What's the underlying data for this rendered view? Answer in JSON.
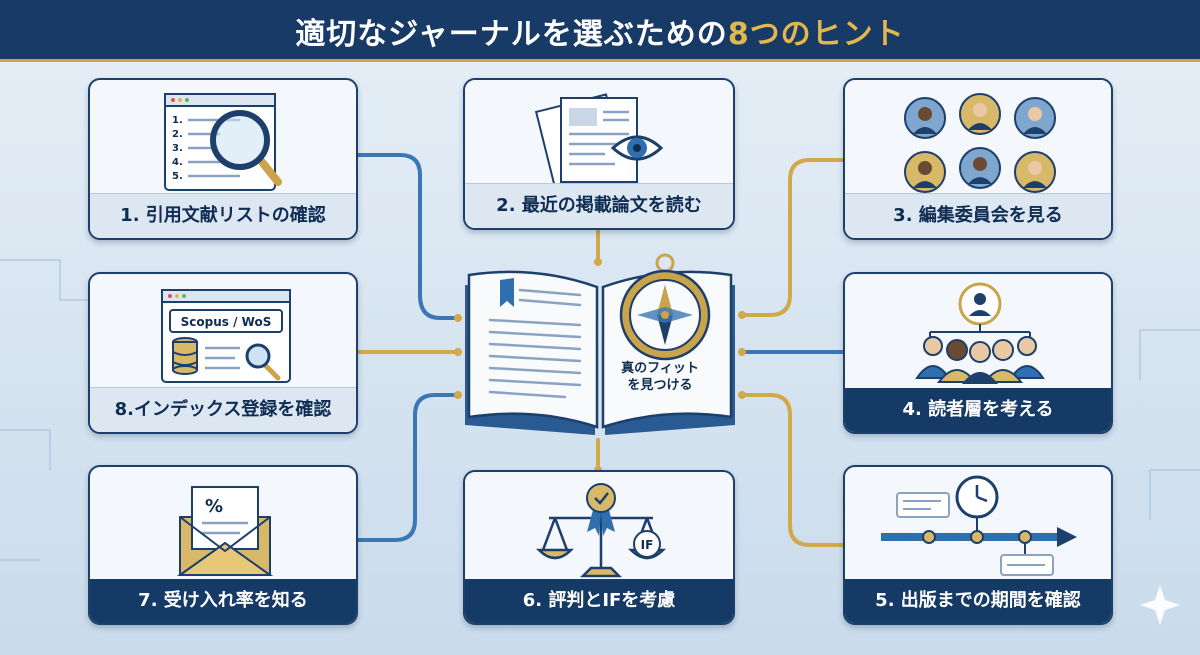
{
  "title": {
    "main": "適切なジャーナルを選ぶための",
    "highlight": "8つのヒント"
  },
  "center": {
    "caption_line1": "真のフィット",
    "caption_line2": "を見つける"
  },
  "cards": [
    {
      "label": "1. 引用文献リストの確認",
      "list_numbers": [
        "1.",
        "2.",
        "3.",
        "4.",
        "5."
      ]
    },
    {
      "label": "2. 最近の掲載論文を読む"
    },
    {
      "label": "3. 編集委員会を見る"
    },
    {
      "label": "4. 読者層を考える"
    },
    {
      "label": "5. 出版までの期間を確認"
    },
    {
      "label": "6. 評判とIFを考慮",
      "badge_text": "IF"
    },
    {
      "label": "7. 受け入れ率を知る",
      "letter_symbol": "%"
    },
    {
      "label": "8.インデックス登録を確認",
      "db_text": "Scopus / WoS"
    }
  ],
  "colors": {
    "navy": "#173a66",
    "gold": "#c9a44a",
    "blue_line": "#3a78b5",
    "gold_line": "#d1a84a"
  }
}
